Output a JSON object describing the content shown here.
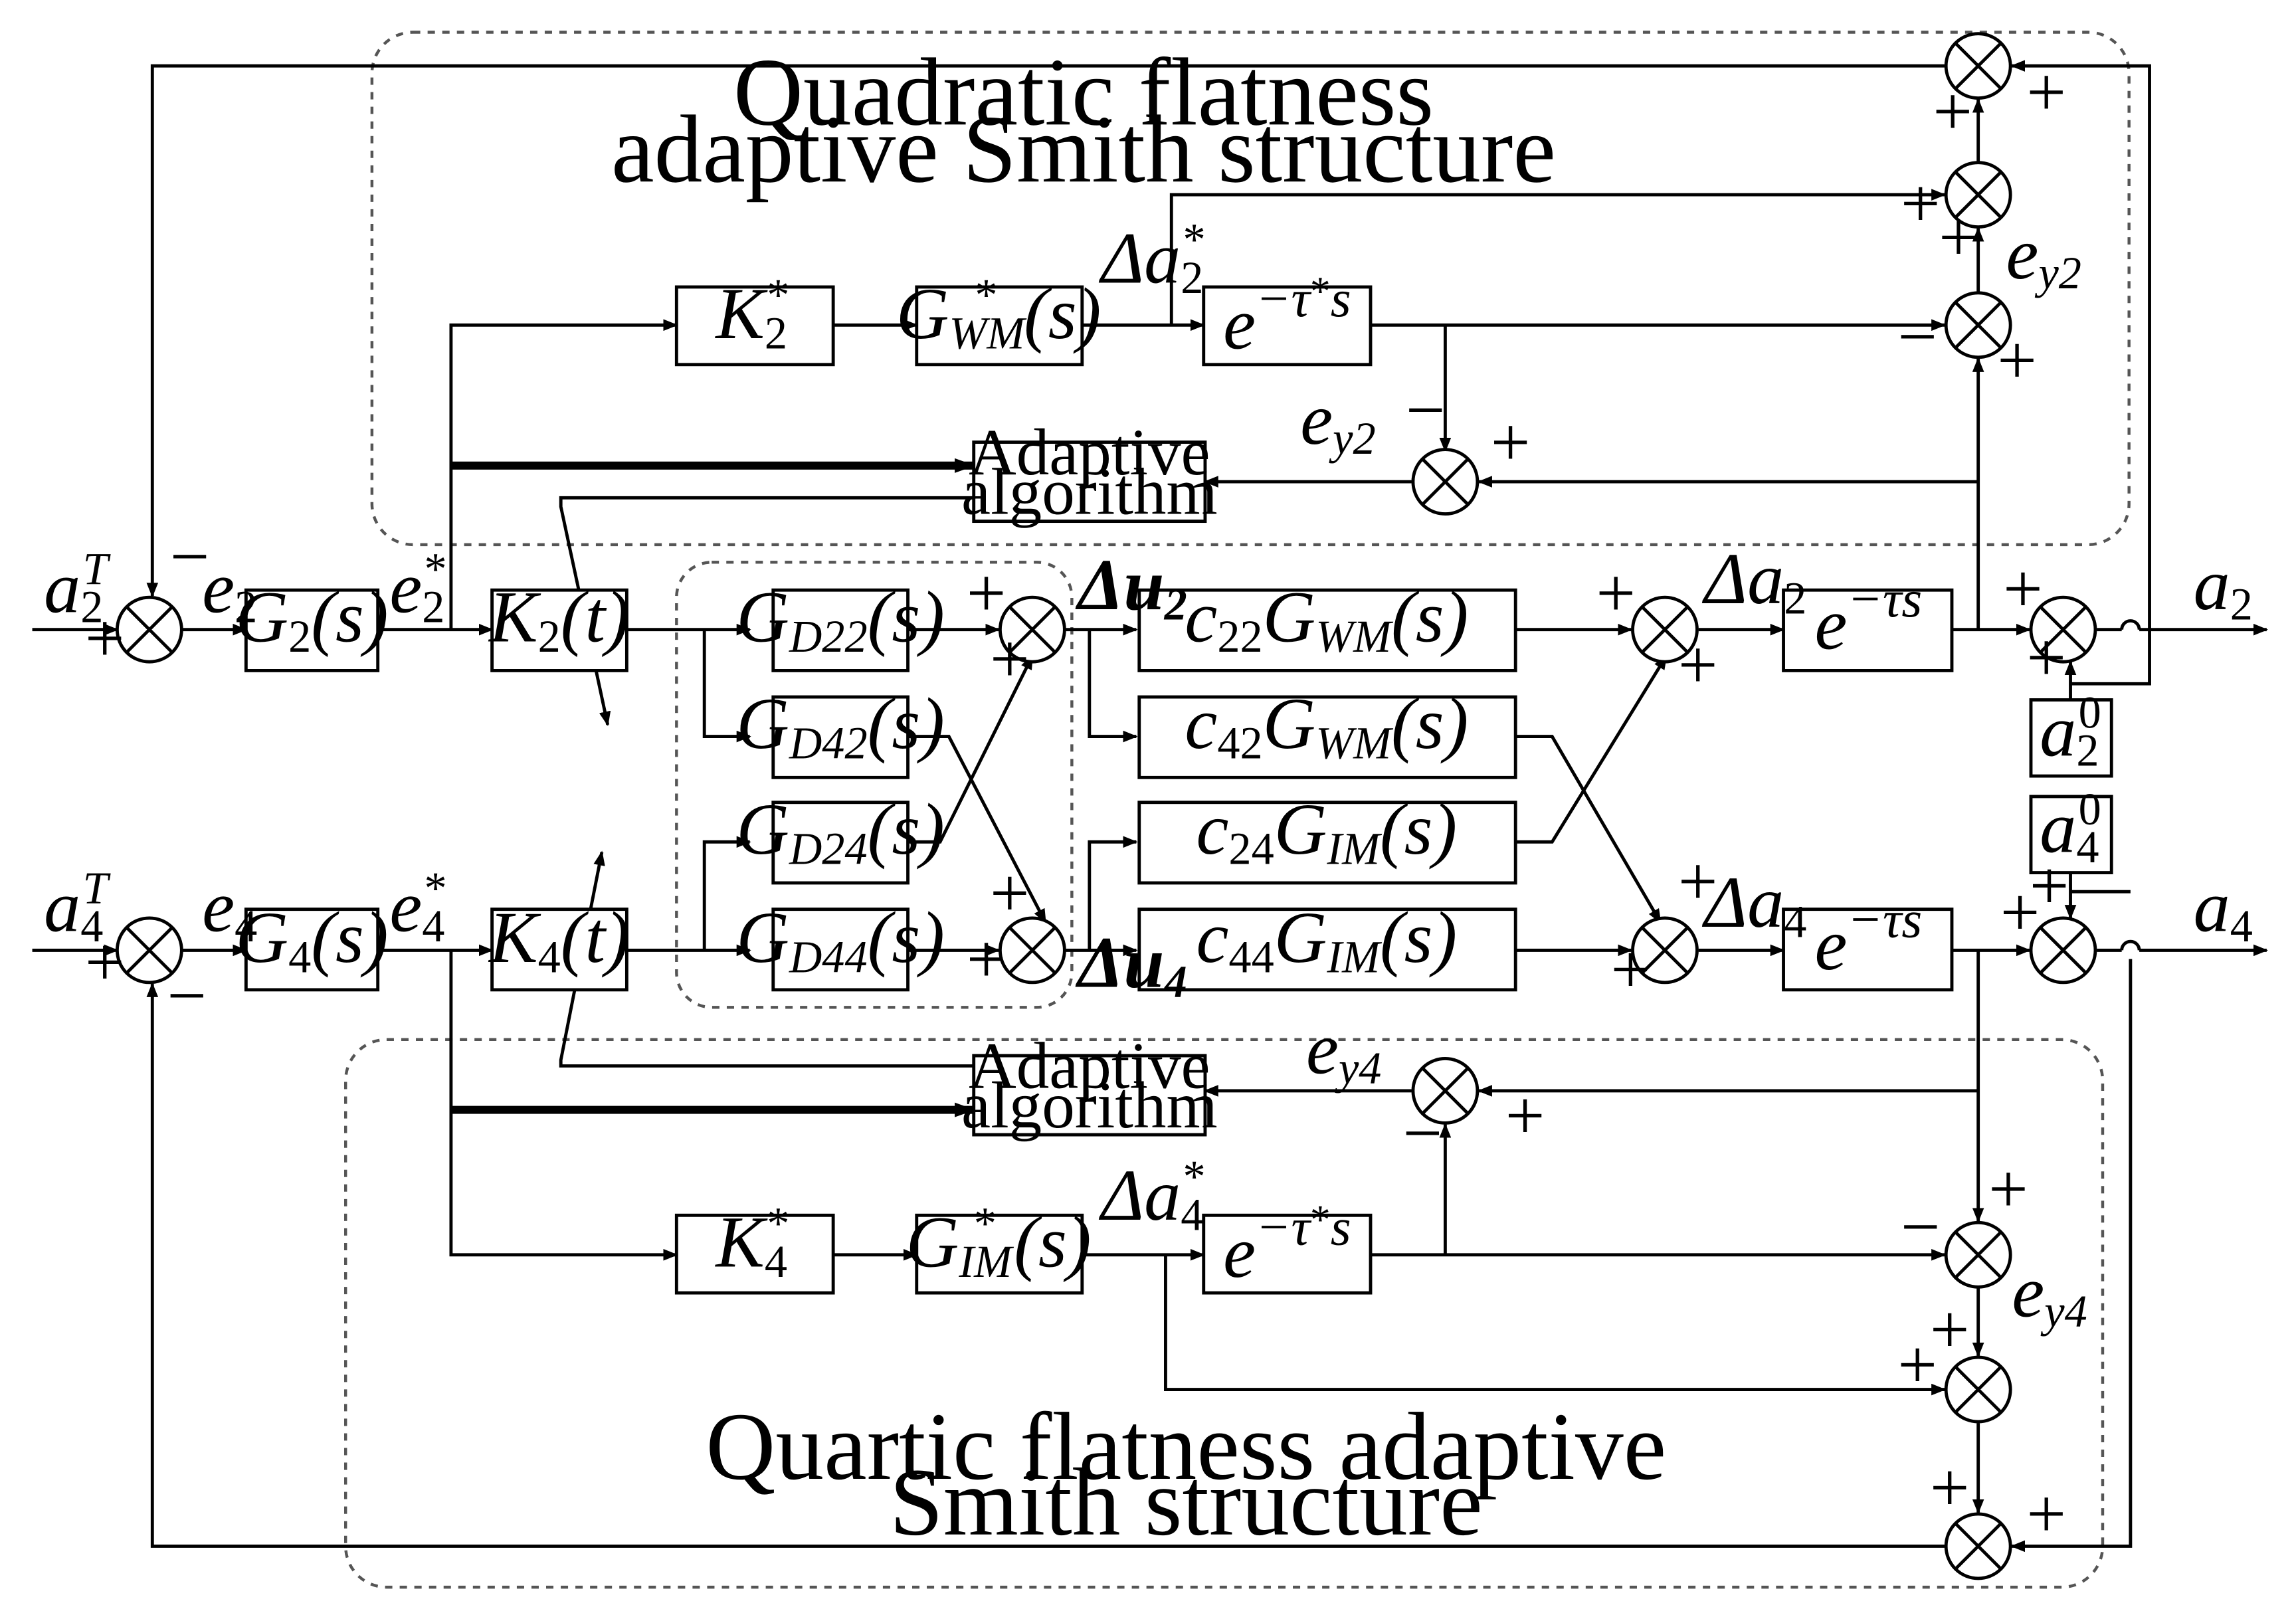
{
  "regions": {
    "quadratic": [
      "Quadratic flatness",
      "adaptive Smith structure"
    ],
    "quartic": [
      "Quartic flatness adaptive",
      "Smith structure"
    ]
  },
  "adaptive_algorithm": [
    "Adaptive",
    "algorithm"
  ],
  "blocks": {
    "G2": [
      "G",
      "2",
      "(s)"
    ],
    "G4": [
      "G",
      "4",
      "(s)"
    ],
    "K2t": [
      "K",
      "2",
      "(t)"
    ],
    "K4t": [
      "K",
      "4",
      "(t)"
    ],
    "K2s": [
      "K",
      "2",
      "*"
    ],
    "K4s": [
      "K",
      "4",
      "*"
    ],
    "GWMs": [
      "G",
      "WM",
      "*",
      "(s)"
    ],
    "GIMs": [
      "G",
      "IM",
      "*",
      "(s)"
    ],
    "GD22": [
      "G",
      "D22",
      "(s)"
    ],
    "GD42": [
      "G",
      "D42",
      "(s)"
    ],
    "GD24": [
      "G",
      "D24",
      "(s)"
    ],
    "GD44": [
      "G",
      "D44",
      "(s)"
    ],
    "c22": [
      "c",
      "22",
      "G",
      "WM",
      "(s)"
    ],
    "c42": [
      "c",
      "42",
      "G",
      "WM",
      "(s)"
    ],
    "c24": [
      "c",
      "24",
      "G",
      "IM",
      "(s)"
    ],
    "c44": [
      "c",
      "44",
      "G",
      "IM",
      "(s)"
    ],
    "delay": [
      "e",
      "−τs"
    ],
    "delay_star": [
      "e",
      "−τ",
      "*",
      "s"
    ],
    "a20": [
      "a",
      "2",
      "0"
    ],
    "a40": [
      "a",
      "4",
      "0"
    ]
  },
  "signals": {
    "a2T": [
      "a",
      "2",
      "T"
    ],
    "a4T": [
      "a",
      "4",
      "T"
    ],
    "e2": [
      "e",
      "2"
    ],
    "e4": [
      "e",
      "4"
    ],
    "e2s": [
      "e",
      "2",
      "*"
    ],
    "e4s": [
      "e",
      "4",
      "*"
    ],
    "du2": [
      "Δu",
      "2"
    ],
    "du4": [
      "Δu",
      "4"
    ],
    "da2": [
      "Δa",
      "2"
    ],
    "da4": [
      "Δa",
      "4"
    ],
    "da2s": [
      "Δa",
      "2",
      "*"
    ],
    "da4s": [
      "Δa",
      "4",
      "*"
    ],
    "ey2": [
      "e",
      "y2"
    ],
    "ey4": [
      "e",
      "y4"
    ],
    "a2": [
      "a",
      "2"
    ],
    "a4": [
      "a",
      "4"
    ]
  },
  "signs": {
    "plus": "+",
    "minus": "−"
  }
}
